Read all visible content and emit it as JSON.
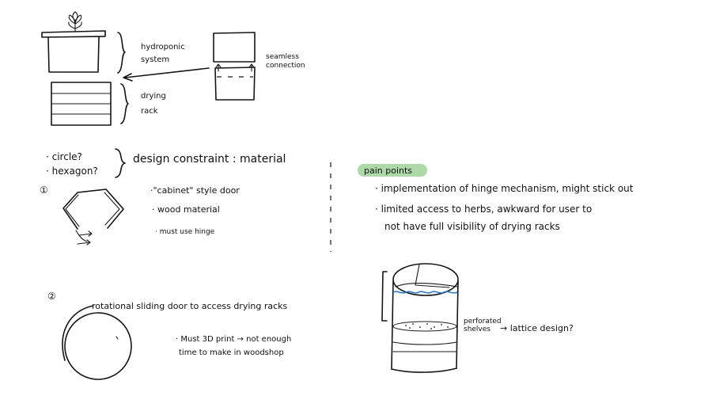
{
  "colors": {
    "ink": "#151515",
    "highlight": "#9fd29a",
    "water_line": "#2f78c7",
    "background": "#ffffff"
  },
  "icons": [
    "plant-sprout-icon",
    "arrow-icon"
  ],
  "sketch": {
    "hydroponic_label_line1": "hydroponic",
    "hydroponic_label_line2": "system",
    "drying_label_line1": "drying",
    "drying_label_line2": "rack",
    "seamless_line1": "seamless",
    "seamless_line2": "connection",
    "shapes_q1": "· circle?",
    "shapes_q2": "· hexagon?",
    "constraint": "design constraint : material",
    "option1_number": "①",
    "option1_bullets": [
      "·\"cabinet\" style door",
      "· wood material",
      "· must use hinge"
    ],
    "option2_number": "②",
    "option2_title": "rotational sliding door to access drying racks",
    "option2_note_line1": "· Must 3D print → not enough",
    "option2_note_line2": "time to make in woodshop",
    "pain_points_title": "pain points",
    "pain_points": [
      "· implementation of hinge mechanism, might stick out",
      "· limited access to herbs, awkward for user to",
      "not have full visibility of drying racks"
    ],
    "perforated_line1": "perforated",
    "perforated_line2": "shelves",
    "lattice_note": "→ lattice design?"
  }
}
